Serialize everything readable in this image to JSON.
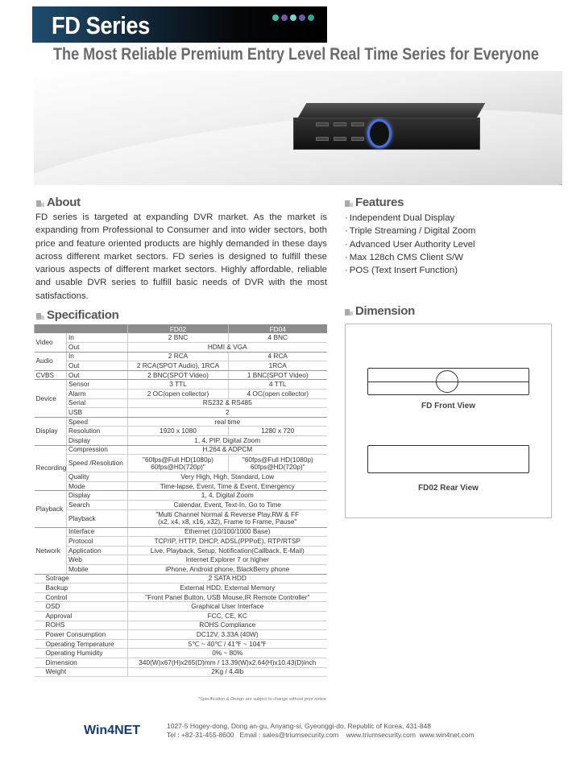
{
  "header": {
    "title": "FD Series",
    "subtitle": "The Most Reliable Premium Entry Level Real Time Series for Everyone",
    "dot_colors": [
      "#3fb8a8",
      "#6a5aa8",
      "#7fd0c8",
      "#6a5aa8",
      "#2aa890"
    ]
  },
  "about": {
    "heading": "About",
    "text": "FD series  is targeted at expanding DVR market. As the market is expanding from Professional to Consumer and into wider sectors, both price and feature oriented products are highly demanded in these days across different market sectors. FD series is designed to fulfill these various aspects of different market sectors. Highly affordable, reliable and usable  DVR series to fulfill basic needs of DVR with the most satisfactions."
  },
  "features": {
    "heading": "Features",
    "items": [
      "Independent Dual Display",
      "Triple Streaming / Digital Zoom",
      "Advanced User Authority Level",
      "Max 128ch CMS Client S/W",
      "POS (Text Insert Function)"
    ]
  },
  "dimension": {
    "heading": "Dimension",
    "front_caption": "FD  Front View",
    "rear_caption": "FD02  Rear View"
  },
  "specification": {
    "heading": "Specification",
    "columns": [
      "FD02",
      "FD04"
    ],
    "groups": [
      {
        "group": "Video",
        "rows": [
          {
            "label": "In",
            "fd02": "2 BNC",
            "fd04": "4 BNC"
          },
          {
            "label": "Out",
            "both": "HDMI & VGA"
          }
        ]
      },
      {
        "group": "Audio",
        "rows": [
          {
            "label": "In",
            "fd02": "2 RCA",
            "fd04": "4 RCA"
          },
          {
            "label": "Out",
            "fd02": "2 RCA(SPOT Audio), 1RCA",
            "fd04": "1RCA"
          }
        ]
      },
      {
        "group": "CVBS",
        "rows": [
          {
            "label": "Out",
            "fd02": "2 BNC(SPOT Video)",
            "fd04": "1 BNC(SPOT Video)"
          }
        ]
      },
      {
        "group": "Device",
        "rows": [
          {
            "label": "Sensor",
            "fd02": "3 TTL",
            "fd04": "4 TTL"
          },
          {
            "label": "Alarm",
            "fd02": "2 OC(open collector)",
            "fd04": "4 OC(open collector)"
          },
          {
            "label": "Serial",
            "both": "RS232 & RS485"
          },
          {
            "label": "USB",
            "both": "2"
          }
        ]
      },
      {
        "group": "Display",
        "rows": [
          {
            "label": "Speed",
            "both": "real time"
          },
          {
            "label": "Resolution",
            "fd02": "1920 x 1080",
            "fd04": "1280 x 720"
          },
          {
            "label": "Display",
            "both": "1, 4, PIP, Digital Zoom"
          }
        ]
      },
      {
        "group": "Recording",
        "rows": [
          {
            "label": "Compression",
            "both": "H.264 & ADPCM"
          },
          {
            "label": "Speed /Resolution",
            "fd02": "\"60fps@Full HD(1080p)\n60fps@HD(720p)\"",
            "fd04": "\"60fps@Full HD(1080p)\n60fps@HD(720p)\""
          },
          {
            "label": "Quality",
            "both": "Very High, High, Standard, Low"
          },
          {
            "label": "Mode",
            "both": "Time-lapse, Event, Time & Event, Emergency"
          }
        ]
      },
      {
        "group": "Playback",
        "rows": [
          {
            "label": "Display",
            "both": "1, 4, Digital Zoom"
          },
          {
            "label": "Search",
            "both": "Calendar, Event, Text-In, Go to Time"
          },
          {
            "label": "Playback",
            "both": "\"Multi Channel Normal & Reverse Play,RW & FF\n(x2, x4, x8, x16, x32), Frame to Frame, Pause\""
          }
        ]
      },
      {
        "group": "Network",
        "rows": [
          {
            "label": "Interface",
            "both": "Ethernet (10/100/1000 Base)"
          },
          {
            "label": "Protocol",
            "both": "TCP/IP, HTTP, DHCP, ADSL(PPPoE), RTP/RTSP"
          },
          {
            "label": "Application",
            "both": "Live, Playback, Setup, Notification(Callback, E-Mail)"
          },
          {
            "label": "Web",
            "both": "Internet Explorer 7 or higher"
          },
          {
            "label": "Mobile",
            "both": "iPhone, Android phone, BlackBerry phone"
          }
        ]
      }
    ],
    "singles": [
      {
        "label": "Sotrage",
        "value": "2 SATA HDD"
      },
      {
        "label": "Backup",
        "value": "External HDD, External Memory"
      },
      {
        "label": "Control",
        "value": "\"Front Panel Button, USB Mouse,IR Remote Controller\""
      },
      {
        "label": "OSD",
        "value": "Graphical User Interface"
      },
      {
        "label": "Approval",
        "value": "FCC, CE, KC"
      },
      {
        "label": "ROHS",
        "value": "ROHS Compliance"
      },
      {
        "label": "Power Consumption",
        "value": "DC12V, 3.33A (40W)"
      },
      {
        "label": "Operating Temperature",
        "value": "5℃ ~ 40℃ / 41℉ ~ 104℉"
      },
      {
        "label": "Operating Humidity",
        "value": "0% ~ 80%"
      },
      {
        "label": "Dimension",
        "value": "340(W)x67(H)x265(D)mm / 13.39(W)x2.64(H)x10.43(D)inch"
      },
      {
        "label": "Weight",
        "value": "2Kg / 4.4lb"
      }
    ],
    "note": "*Specification & Design are subject to change without prior notice"
  },
  "footer": {
    "logo": "Win4NET",
    "address": "1027-5 Hogey-dong, Dong an-gu, Anyang-si, Gyeonggi-do, Republic of Korea, 431-848",
    "contact": "Tel : +82-31-455-8600   Email : sales@triumsecurity.com    www.triumsecurity.com  www.win4net.com"
  }
}
